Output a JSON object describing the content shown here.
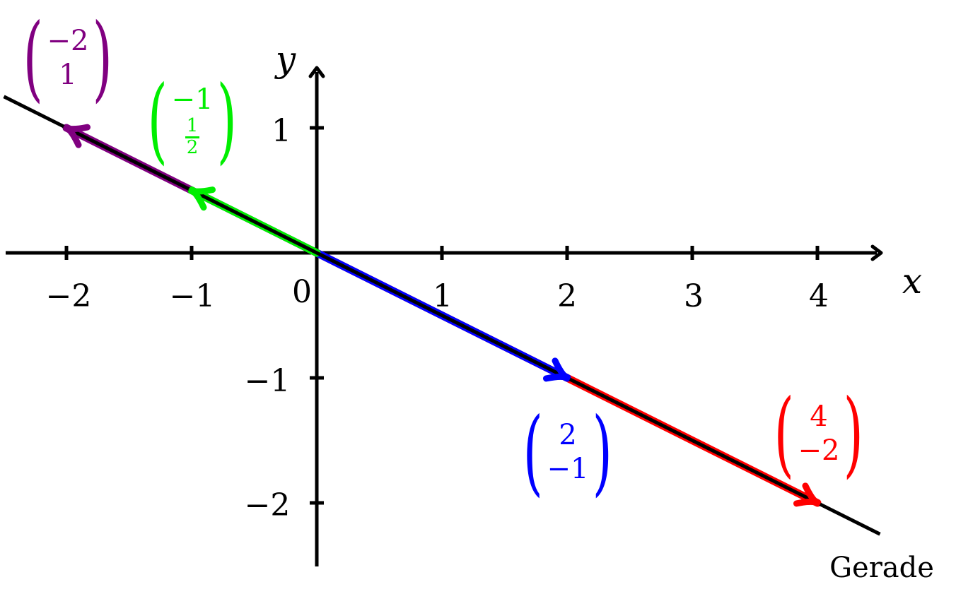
{
  "chart_data": {
    "type": "diagram",
    "axes": {
      "x_label": "x",
      "y_label": "y",
      "x_ticks": [
        {
          "value": -2,
          "label": "−2"
        },
        {
          "value": -1,
          "label": "−1"
        },
        {
          "value": 1,
          "label": "1"
        },
        {
          "value": 2,
          "label": "2"
        },
        {
          "value": 3,
          "label": "3"
        },
        {
          "value": 4,
          "label": "4"
        }
      ],
      "y_ticks": [
        {
          "value": 1,
          "label": "1"
        },
        {
          "value": -1,
          "label": "−1"
        },
        {
          "value": -2,
          "label": "−2"
        }
      ],
      "origin_label": "0",
      "x_range": [
        -2.5,
        4.5
      ],
      "y_range": [
        -2.5,
        1.5
      ]
    },
    "line": {
      "label": "Gerade",
      "color": "#000000",
      "from": [
        -2.5,
        1.25
      ],
      "to": [
        4.5,
        -2.25
      ]
    },
    "vectors": [
      {
        "id": "purple",
        "color": "#800080",
        "x": -2,
        "y": 1,
        "top": "−2",
        "bottom": "1"
      },
      {
        "id": "green",
        "color": "#00ee00",
        "x": -1,
        "y": 0.5,
        "top": "−1",
        "bottom_num": "1",
        "bottom_den": "2"
      },
      {
        "id": "blue",
        "color": "#0000ff",
        "x": 2,
        "y": -1,
        "top": "2",
        "bottom": "−1"
      },
      {
        "id": "red",
        "color": "#ff0000",
        "x": 4,
        "y": -2,
        "top": "4",
        "bottom": "−2"
      }
    ]
  }
}
